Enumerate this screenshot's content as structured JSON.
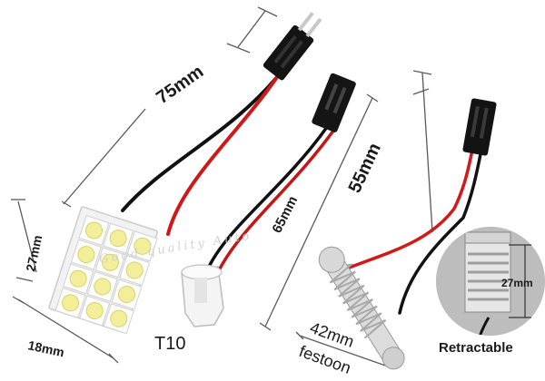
{
  "labels": {
    "length_75": "75mm",
    "length_65": "65mm",
    "length_55": "55mm",
    "width_27": "27mm",
    "width_18": "18mm",
    "base_t10": "T10",
    "length_42": "42mm",
    "festoon": "festoon",
    "inset_27": "27mm",
    "retractable": "Retractable"
  },
  "watermark": "Good quality Auto"
}
